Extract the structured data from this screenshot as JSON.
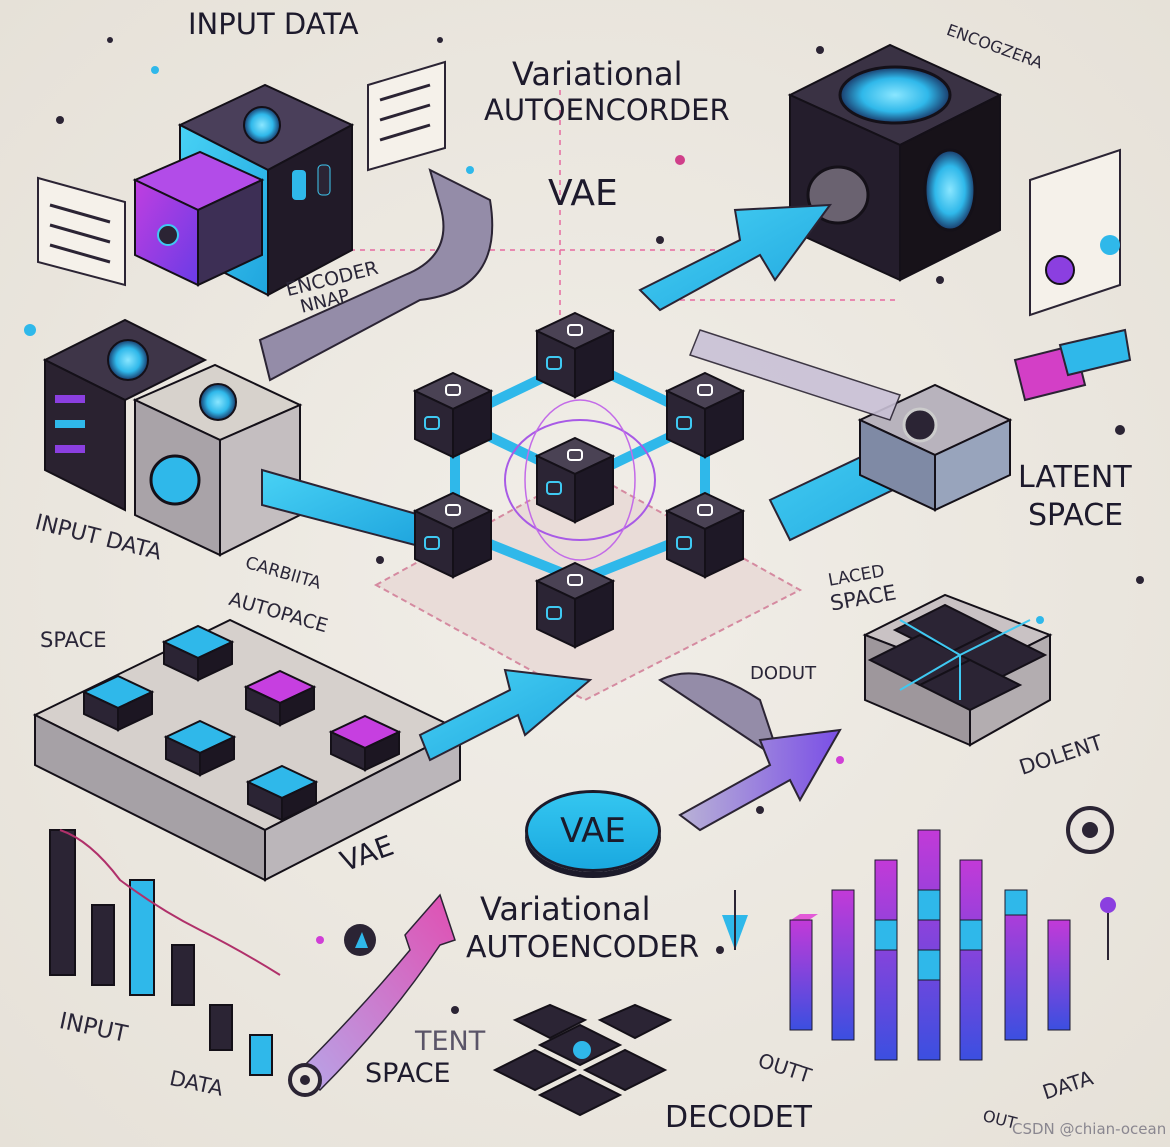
{
  "labels": {
    "input_data_top": "INPUT DATA",
    "title_top_line1": "Variational",
    "title_top_line2": "AUTOENCORDER",
    "vae_top": "VAE",
    "encogzera": "ENCOGZERA",
    "encoder_line1": "ENCODER",
    "encoder_line2": "NNAP",
    "latent_space_right_line1": "LATENT",
    "latent_space_right_line2": "SPACE",
    "input_data_left": "INPUT DATA",
    "space_left": "SPACE",
    "carbiita": "CARBIITA",
    "autopace": "AUTOPACE",
    "laced_space_line1": "LACED",
    "laced_space_line2": "SPACE",
    "dodut": "DODUT",
    "vae_platform": "VAE",
    "vae_pill": "VAE",
    "dolent": "DOLENT",
    "title_bottom_line1": "Variational",
    "title_bottom_line2": "AUTOENCODER",
    "input_bottom": "INPUT",
    "data_bottom": "DATA",
    "tent": "TENT",
    "space_bottom": "SPACE",
    "decodet": "DECODET",
    "outt": "OUTT",
    "data_right_bottom": "DATA",
    "out_small": "OUT",
    "watermark": "CSDN @chian-ocean"
  },
  "colors": {
    "cube_dark": "#2b2434",
    "accent_blue": "#2fb8ea",
    "accent_purple": "#8b3fe0",
    "accent_magenta": "#d03fd6",
    "paper": "#ece8e0",
    "ink": "#1d1a2c"
  }
}
